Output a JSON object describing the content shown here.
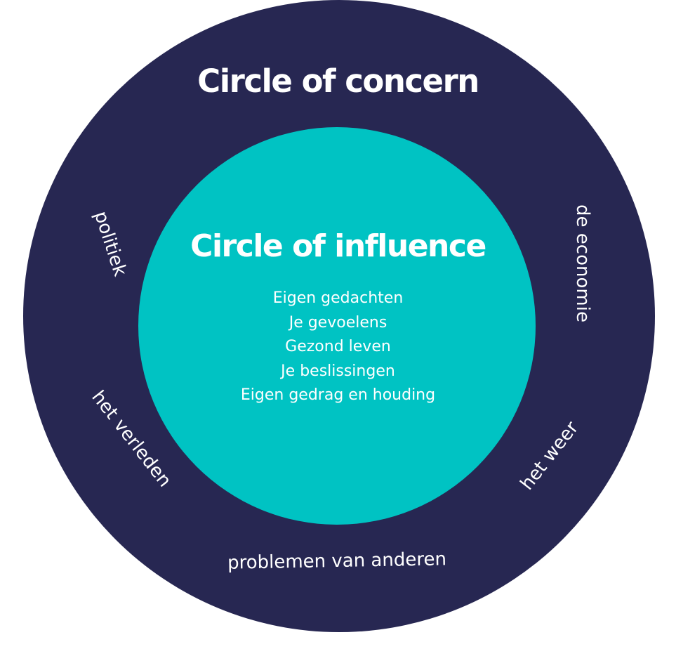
{
  "colors": {
    "outer": "#272752",
    "inner": "#00c3c3",
    "text": "#ffffff",
    "background": "#ffffff"
  },
  "concern": {
    "title": "Circle of concern",
    "items": {
      "politiek": "politiek",
      "economie": "de economie",
      "verleden": "het verleden",
      "weer": "het weer",
      "problemen": "problemen van anderen"
    }
  },
  "influence": {
    "title": "Circle of influence",
    "items": [
      "Eigen gedachten",
      "Je gevoelens",
      "Gezond leven",
      "Je beslissingen",
      "Eigen gedrag en houding"
    ]
  }
}
